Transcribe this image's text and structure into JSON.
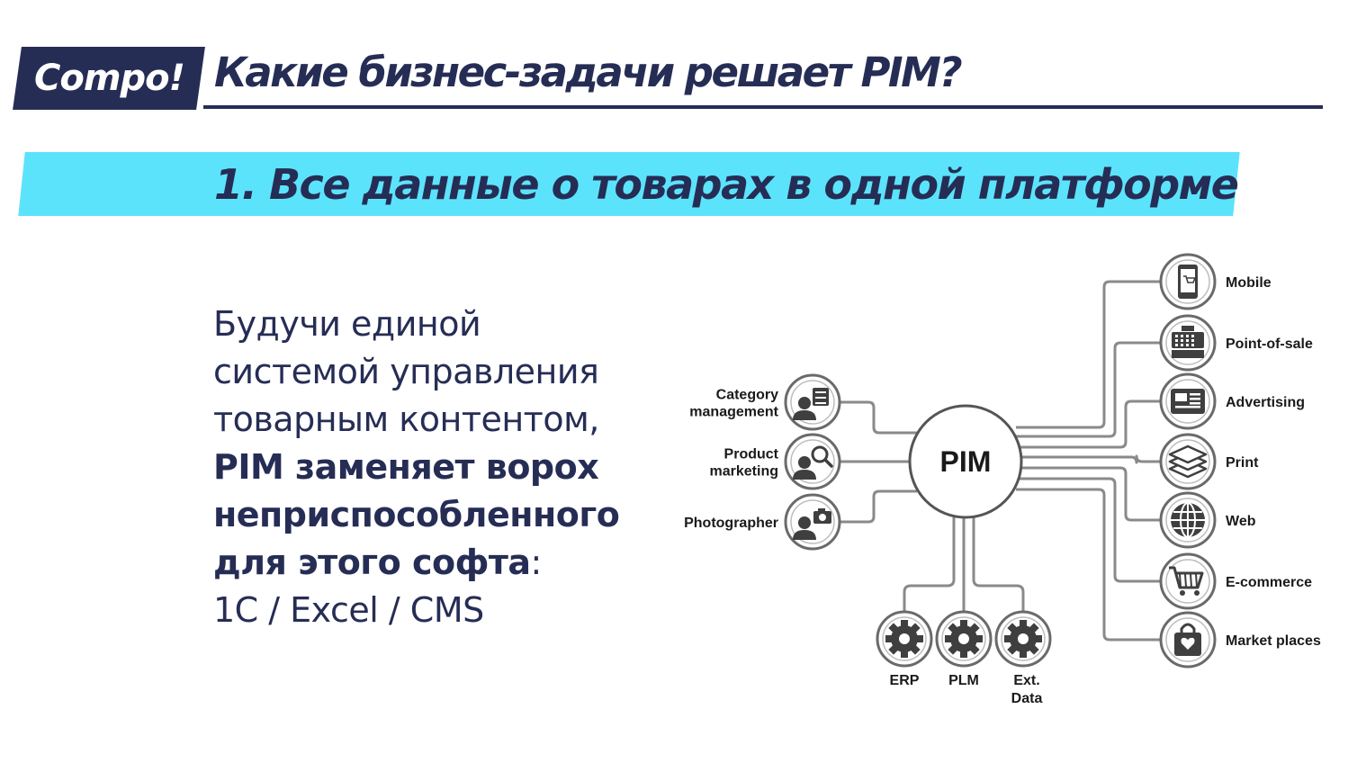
{
  "header": {
    "logo_text": "Compo!",
    "title": "Какие бизнес-задачи решает PIM?"
  },
  "banner": {
    "text": "1. Все данные о товарах в одной платформе"
  },
  "body": {
    "line1": "Будучи единой",
    "line2": "системой управления",
    "line3": "товарным  контентом,",
    "bold1": "PIM заменяет ворох",
    "bold2": "неприспособленного",
    "bold3": "для этого софта",
    "colon": ":",
    "line4": "1С / Excel / CMS"
  },
  "diagram": {
    "center_label": "PIM",
    "inputs": [
      {
        "label_lines": [
          "Category",
          "management"
        ],
        "icon": "category-management-icon"
      },
      {
        "label_lines": [
          "Product",
          "marketing"
        ],
        "icon": "product-marketing-icon"
      },
      {
        "label_lines": [
          "Photographer"
        ],
        "icon": "photographer-icon"
      }
    ],
    "sources": [
      {
        "label_lines": [
          "ERP"
        ],
        "icon": "gear-icon"
      },
      {
        "label_lines": [
          "PLM"
        ],
        "icon": "gear-icon"
      },
      {
        "label_lines": [
          "Ext.",
          "Data"
        ],
        "icon": "gear-icon"
      }
    ],
    "outputs": [
      {
        "label": "Mobile",
        "icon": "mobile-icon"
      },
      {
        "label": "Point-of-sale",
        "icon": "cash-register-icon"
      },
      {
        "label": "Advertising",
        "icon": "advertising-icon"
      },
      {
        "label": "Print",
        "icon": "print-layers-icon"
      },
      {
        "label": "Web",
        "icon": "globe-icon"
      },
      {
        "label": "E-commerce",
        "icon": "shopping-cart-icon"
      },
      {
        "label": "Market places",
        "icon": "shopping-bag-icon"
      }
    ],
    "colors": {
      "line": "#8a8a8a",
      "icon_dark": "#3f3f3f",
      "text": "#1a1a1a"
    }
  }
}
